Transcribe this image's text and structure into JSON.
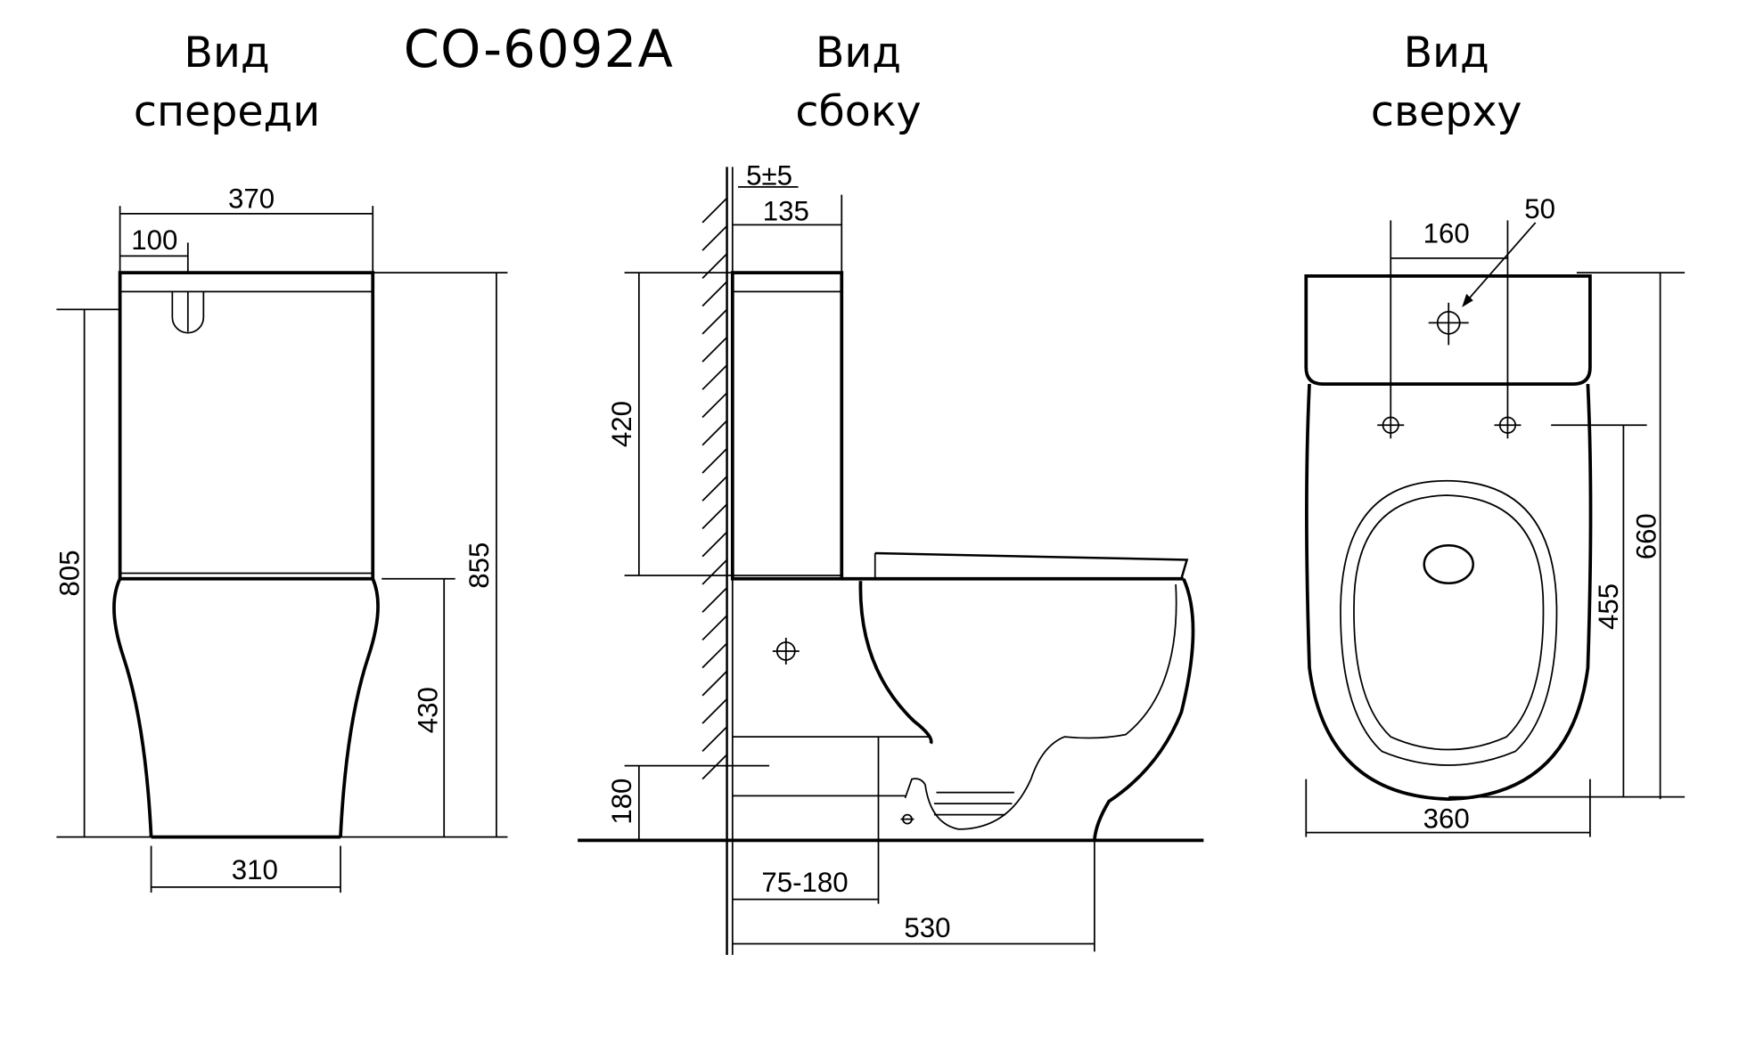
{
  "model": "CO-6092A",
  "views": {
    "front": {
      "line1": "Вид",
      "line2": "спереди"
    },
    "side": {
      "line1": "Вид",
      "line2": "сбоку"
    },
    "top": {
      "line1": "Вид",
      "line2": "сверху"
    }
  },
  "dimensions": {
    "front": {
      "width_top": "370",
      "button_offset": "100",
      "height_805": "805",
      "height_855": "855",
      "seat_height": "430",
      "base_width": "310"
    },
    "side": {
      "wall_gap": "5±5",
      "tank_depth": "135",
      "tank_height": "420",
      "outlet_height": "180",
      "outlet_offset": "75-180",
      "depth": "530"
    },
    "top": {
      "hole_spacing": "160",
      "hole_diameter": "50",
      "length": "660",
      "hole_to_front": "455",
      "width": "360"
    }
  }
}
